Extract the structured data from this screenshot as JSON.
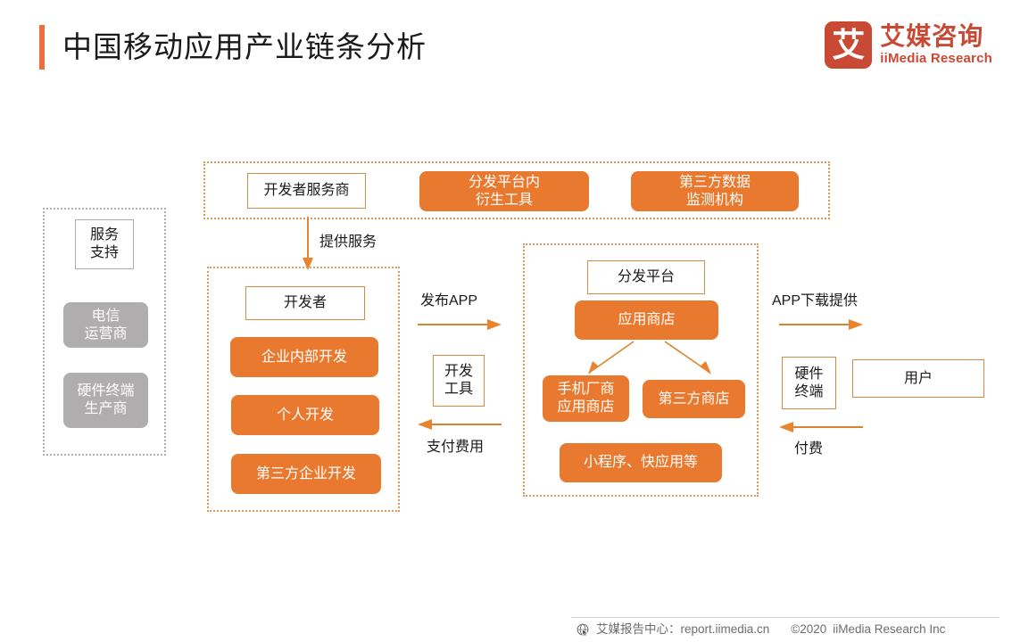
{
  "header": {
    "title": "中国移动应用产业链条分析",
    "accent_color": "#ED6E41",
    "logo": {
      "mark": "艾",
      "name_cn": "艾媒咨询",
      "name_en": "iiMedia Research",
      "color": "#C94A34"
    }
  },
  "theme": {
    "orange_fill": "#E8792E",
    "orange_border": "#D08B46",
    "gray_fill": "#AFADAD",
    "gray_border": "#ADADAD"
  },
  "support_column": {
    "header_label": "服务\n支持",
    "items": [
      {
        "label": "电信\n运营商"
      },
      {
        "label": "硬件终端\n生产商"
      }
    ]
  },
  "service_row": {
    "header_label": "开发者服务商",
    "items": [
      {
        "label": "分发平台内\n衍生工具"
      },
      {
        "label": "第三方数据\n监测机构"
      }
    ]
  },
  "developer_column": {
    "header_label": "开发者",
    "items": [
      {
        "label": "企业内部开发"
      },
      {
        "label": "个人开发"
      },
      {
        "label": "第三方企业开发"
      }
    ]
  },
  "platform_column": {
    "header_label": "分发平台",
    "app_store": "应用商店",
    "stores": [
      {
        "label": "手机厂商\n应用商店"
      },
      {
        "label": "第三方商店"
      }
    ],
    "misc": "小程序、快应用等"
  },
  "right_column": {
    "hardware_label": "硬件\n终端",
    "user_label": "用户"
  },
  "flows": {
    "provide_service": "提供服务",
    "publish_app": "发布APP",
    "dev_tools": "开发\n工具",
    "pay_fee": "支付费用",
    "app_download": "APP下载提供",
    "payment": "付费"
  },
  "footer": {
    "icon": "globe-cursor-icon",
    "report_center": "艾媒报告中心：report.iimedia.cn",
    "copyright": "©2020",
    "company": "iiMedia Research Inc"
  }
}
